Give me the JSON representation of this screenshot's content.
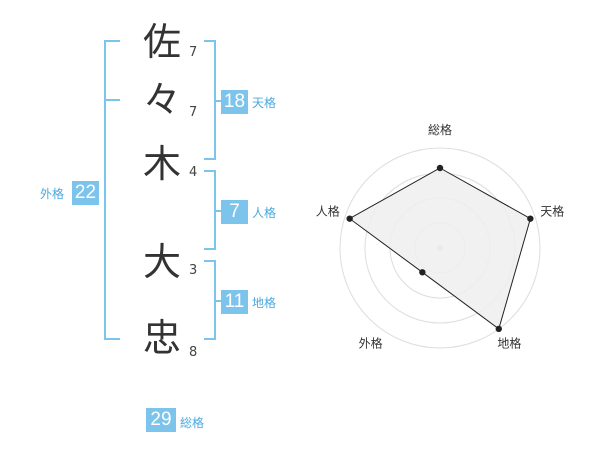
{
  "name_chars": [
    {
      "char": "佐",
      "strokes": "7"
    },
    {
      "char": "々",
      "strokes": "7"
    },
    {
      "char": "木",
      "strokes": "4"
    },
    {
      "char": "大",
      "strokes": "3"
    },
    {
      "char": "忠",
      "strokes": "8"
    }
  ],
  "scores": {
    "tenkaku": {
      "value": "18",
      "label": "天格"
    },
    "jinkaku": {
      "value": "7",
      "label": "人格"
    },
    "chikaku": {
      "value": "11",
      "label": "地格"
    },
    "gaikaku": {
      "value": "22",
      "label": "外格"
    },
    "soukaku": {
      "value": "29",
      "label": "総格"
    }
  },
  "colors": {
    "accent": "#7cc4ec",
    "accent_text": "#4aa9de",
    "polygon_fill": "#eeeeee",
    "polygon_stroke": "#222222",
    "ring": "#dddddd"
  },
  "chart_data": {
    "type": "radar",
    "axes": [
      "総格",
      "天格",
      "地格",
      "外格",
      "人格"
    ],
    "values": [
      0.8,
      0.95,
      1.0,
      0.3,
      0.95
    ],
    "range": [
      0,
      1
    ],
    "rings": 4
  }
}
